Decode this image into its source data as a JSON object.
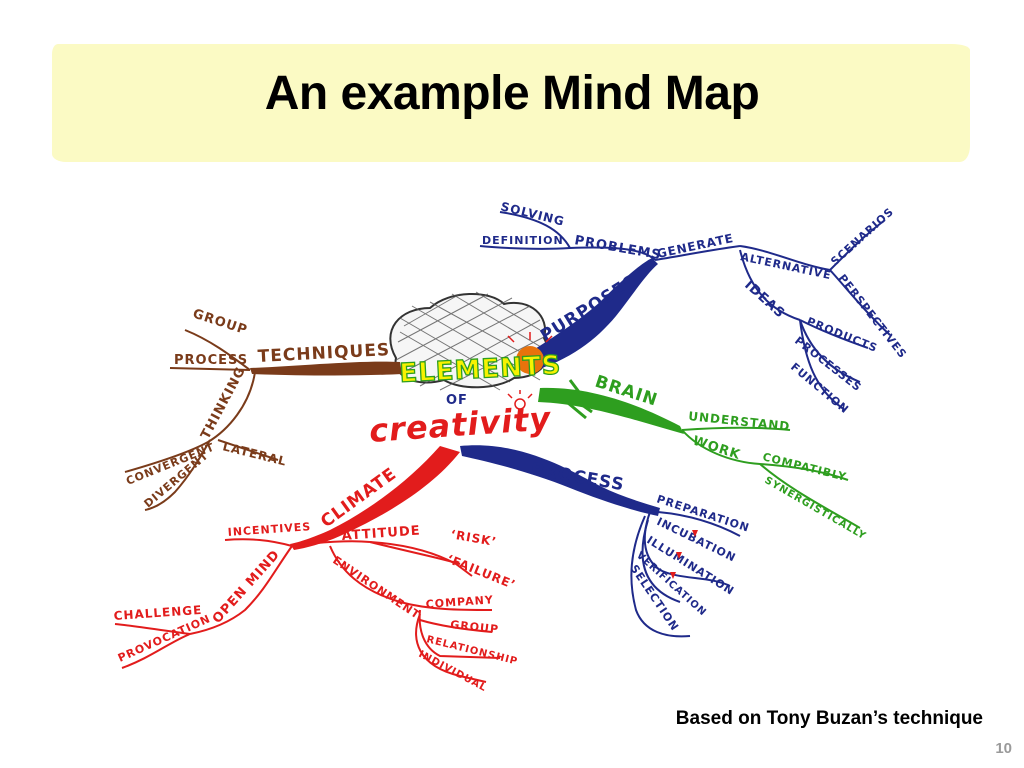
{
  "slide": {
    "title": "An example Mind Map",
    "credit": "Based on Tony Buzan’s technique",
    "page_number": "10",
    "title_band_color": "#fbfac4"
  },
  "mindmap": {
    "center": {
      "line1": "ELEMENTS",
      "line2": "OF",
      "line3": "creativity"
    },
    "colors": {
      "brown": "#7a3b1a",
      "blue": "#1f2a8a",
      "green": "#2e9e1f",
      "red": "#e21c1c",
      "orange": "#e8a00c"
    },
    "techniques": {
      "branch": "TECHNIQUES",
      "group": "GROUP",
      "process": "PROCESS",
      "thinking": "THINKING",
      "convergent": "CONVERGENT",
      "divergent": "DIVERGENT",
      "lateral": "LATERAL"
    },
    "purposes": {
      "branch": "PURPOSES",
      "problems": "PROBLEMS",
      "solving": "SOLVING",
      "definition": "DEFINITION",
      "generate": "GENERATE",
      "alternative": "ALTERNATIVE",
      "scenarios": "SCENARIOS",
      "perspectives": "PERSPECTIVES",
      "ideas": "IDEAS",
      "products": "PRODUCTS",
      "processes": "PROCESSES",
      "function": "FUNCTION"
    },
    "brain": {
      "branch": "BRAIN",
      "understand": "UNDERSTAND",
      "work": "WORK",
      "compatibly": "COMPATIBLY",
      "synergistically": "SYNERGISTICALLY"
    },
    "process": {
      "branch": "PROCESS",
      "preparation": "PREPARATION",
      "incubation": "INCUBATION",
      "illumination": "ILLUMINATION",
      "verification": "VERIFICATION",
      "selection": "SELECTION"
    },
    "climate": {
      "branch": "CLIMATE",
      "open_mind": "OPEN MIND",
      "incentives": "INCENTIVES",
      "challenge": "CHALLENGE",
      "provocation": "PROVOCATION",
      "attitude": "ATTITUDE",
      "risk": "‘RISK’",
      "failure": "‘FAILURE’",
      "environment": "ENVIRONMENT",
      "company": "COMPANY",
      "group": "GROUP",
      "relationship": "RELATIONSHIP",
      "individual": "INDIVIDUAL"
    }
  }
}
